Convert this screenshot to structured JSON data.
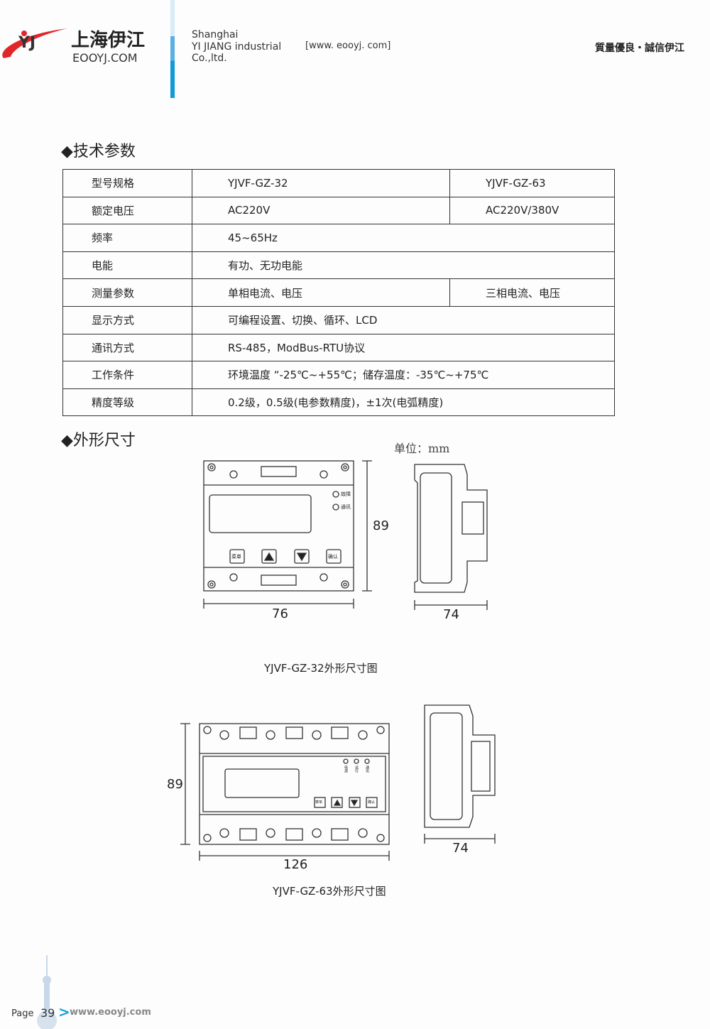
{
  "header": {
    "logo_mark": "YJ",
    "logo_cn": "上海伊江",
    "logo_en": "EOOYJ.COM",
    "company_lines": [
      "Shanghai",
      "YI JIANG industrial",
      "Co.,ltd."
    ],
    "website": "[www. eooyj. com]",
    "slogan": "質量優良・誠信伊江"
  },
  "sections": {
    "tech": "◆技术参数",
    "dims": "◆外形尺寸"
  },
  "table": {
    "rows": [
      [
        "型号规格",
        "YJVF-GZ-32",
        "YJVF-GZ-63"
      ],
      [
        "额定电压",
        "AC220V",
        "AC220V/380V"
      ],
      [
        "频率",
        "45~65Hz"
      ],
      [
        "电能",
        "有功、无功电能"
      ],
      [
        "测量参数",
        "单相电流、电压",
        "三相电流、电压"
      ],
      [
        "显示方式",
        "可编程设置、切换、循环、LCD"
      ],
      [
        "通讯方式",
        "RS-485，ModBus-RTU协议"
      ],
      [
        "工作条件",
        "环境温度 “-25℃~+55℃；储存温度：-35℃~+75℃"
      ],
      [
        "精度等级",
        "0.2级，0.5级(电参数精度)，±1次(电弧精度)"
      ]
    ]
  },
  "unit": "单位：mm",
  "fig1": {
    "height": "89",
    "width": "76",
    "depth": "74",
    "caption": "YJVF-GZ-32外形尺寸图",
    "led1": "故障",
    "led2": "通讯",
    "btn_menu": "菜单",
    "btn_ok": "确认"
  },
  "fig2": {
    "height": "89",
    "width": "126",
    "depth": "74",
    "caption": "YJVF-GZ-63外形尺寸图",
    "led1": "电源",
    "led2": "运行",
    "led3": "通讯",
    "btn_menu": "菜单",
    "btn_ok": "确认"
  },
  "footer": {
    "page_label": "Page",
    "page_number": "39",
    "arrow": ">",
    "url": "www.eooyj.com"
  }
}
